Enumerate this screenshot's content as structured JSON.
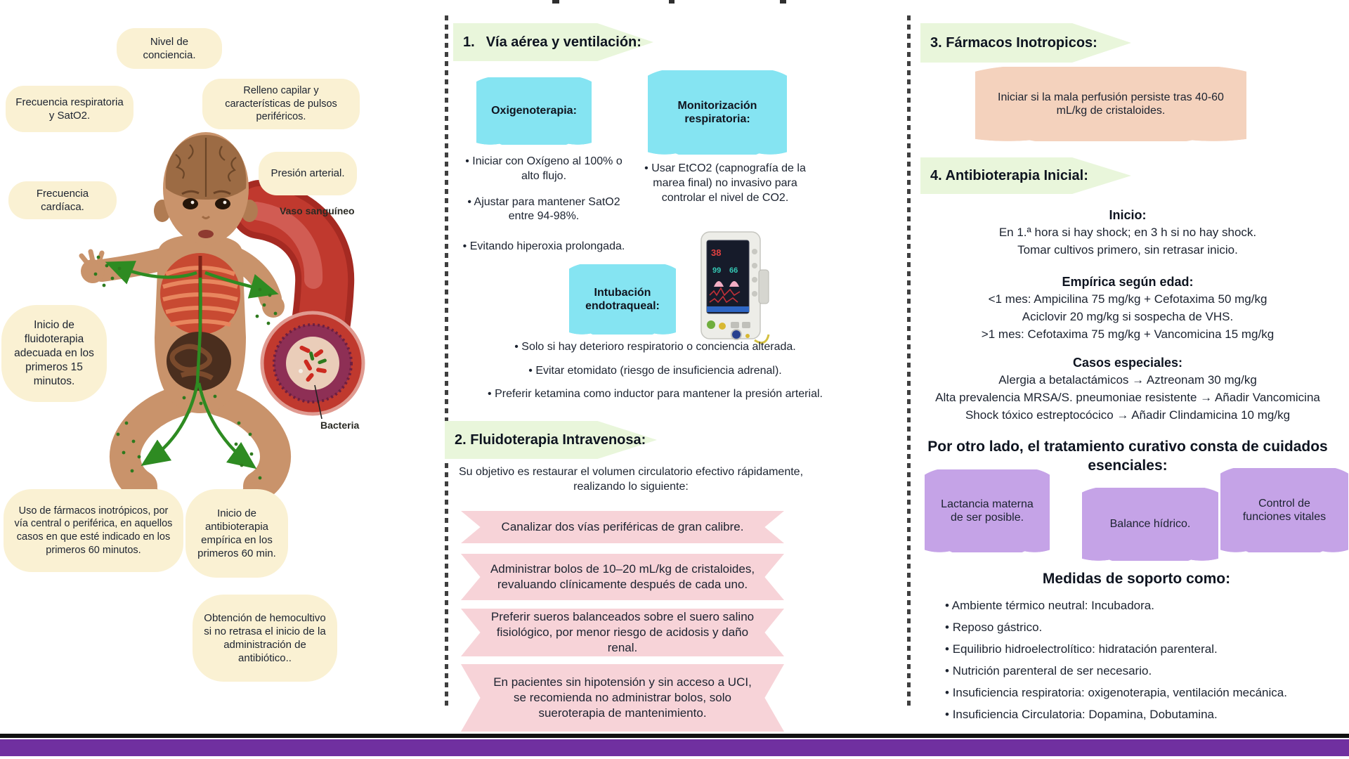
{
  "colors": {
    "note_yellow": "#faf1d3",
    "cloud_cyan": "#85e4f2",
    "banner_green": "#e9f6db",
    "ribbon_pink": "#f7d3d8",
    "cloud_peach": "#f4d2bd",
    "cloud_purple": "#c5a3e7",
    "bottom_bar_purple": "#7030a0",
    "text_dark": "#1c2330"
  },
  "left": {
    "bubble_conciencia": "Nivel de conciencia.",
    "bubble_respiratoria": "Frecuencia respiratoria y SatO2.",
    "bubble_relleno": "Relleno capilar y características de pulsos periféricos.",
    "bubble_cardiaca": "Frecuencia cardíaca.",
    "bubble_presion": "Presión arterial.",
    "bubble_fluidoterapia": "Inicio de fluidoterapia adecuada en los primeros 15 minutos.",
    "bubble_inotropicos": "Uso de fármacos inotrópicos, por vía central o periférica, en aquellos casos en que esté indicado en los primeros 60 minutos.",
    "bubble_antibioterapia": "Inicio de antibioterapia empírica en los primeros 60 min.",
    "bubble_hemocultivo": "Obtención de hemocultivo si no retrasa el inicio de la administración de antibiótico..",
    "label_vaso": "Vaso sanguíneo",
    "label_bacteria": "Bacteria"
  },
  "middle": {
    "s1_num": "1.",
    "s1_title": "Vía aérea y ventilación:",
    "cloud_oxigenoterapia": "Oxigenoterapia:",
    "cloud_monitorizacion": "Monitorización respiratoria:",
    "cloud_intubacion": "Intubación endotraqueal:",
    "oxigeno_bullets": [
      "Iniciar con Oxígeno al 100% o alto flujo.",
      "Ajustar para mantener SatO2 entre 94-98%.",
      "Evitando hiperoxia prolongada."
    ],
    "monitorizacion_bullet": "Usar EtCO2 (capnografía de la marea final) no invasivo para controlar el nivel de CO2.",
    "intubacion_bullets": [
      "Solo si hay deterioro respiratorio o conciencia alterada.",
      "Evitar etomidato (riesgo de insuficiencia adrenal).",
      "Preferir ketamina como inductor para mantener la presión arterial."
    ],
    "s2_title": "2. Fluidoterapia Intravenosa:",
    "s2_intro": "Su objetivo es restaurar el volumen circulatorio efectivo rápidamente, realizando lo siguiente:",
    "ribbons": [
      "Canalizar dos vías periféricas de gran calibre.",
      "Administrar bolos de 10–20 mL/kg de cristaloides, revaluando clínicamente después de cada uno.",
      "Preferir sueros balanceados sobre el suero salino fisiológico, por menor riesgo de acidosis y daño renal.",
      "En pacientes sin hipotensión y sin acceso a UCI, se recomienda no administrar bolos, solo sueroterapia de mantenimiento."
    ]
  },
  "right": {
    "s3_title": "3. Fármacos Inotropicos:",
    "s3_cloud": "Iniciar si la mala perfusión persiste tras 40-60 mL/kg de cristaloides.",
    "s4_title": "4. Antibioterapia Inicial:",
    "inicio_heading": "Inicio:",
    "inicio_lines": [
      "En 1.ª hora si hay shock; en 3 h si no hay shock.",
      "Tomar cultivos primero, sin retrasar inicio."
    ],
    "empirica_heading": "Empírica según edad:",
    "empirica_lines": [
      "<1 mes: Ampicilina 75 mg/kg + Cefotaxima 50 mg/kg",
      "Aciclovir 20 mg/kg si sospecha de VHS.",
      ">1 mes: Cefotaxima 75 mg/kg + Vancomicina 15 mg/kg"
    ],
    "casos_heading": "Casos especiales:",
    "casos_lines": [
      "Alergia a betalactámicos → Aztreonam 30 mg/kg",
      "Alta prevalencia MRSA/S. pneumoniae resistente → Añadir Vancomicina",
      "Shock tóxico estreptocócico → Añadir Clindamicina 10 mg/kg"
    ],
    "curativo_heading": "Por otro lado, el tratamiento curativo consta de cuidados esenciales:",
    "cloud_lactancia": "Lactancia materna de ser posible.",
    "cloud_balance": "Balance hídrico.",
    "cloud_control": "Control de funciones vitales",
    "soporte_heading": "Medidas de soporto como:",
    "soporte_bullets": [
      "Ambiente térmico neutral: Incubadora.",
      "Reposo gástrico.",
      "Equilibrio hidroelectrolítico: hidratación parenteral.",
      "Nutrición parenteral de ser necesario.",
      "Insuficiencia respiratoria: oxigenoterapia, ventilación mecánica.",
      "Insuficiencia Circulatoria: Dopamina, Dobutamina."
    ]
  }
}
